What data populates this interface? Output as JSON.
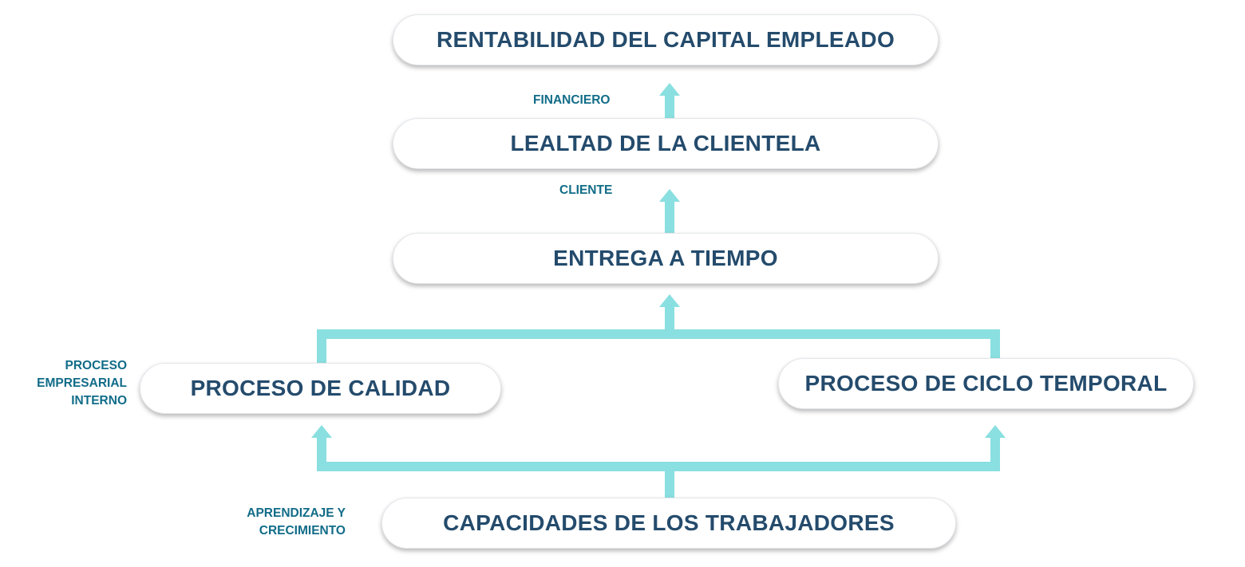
{
  "nodes": {
    "rentabilidad": "RENTABILIDAD DEL CAPITAL EMPLEADO",
    "lealtad": "LEALTAD DE LA CLIENTELA",
    "entrega": "ENTREGA A TIEMPO",
    "calidad": "PROCESO DE CALIDAD",
    "ciclo": "PROCESO DE CICLO TEMPORAL",
    "capacidades": "CAPACIDADES DE LOS TRABAJADORES"
  },
  "perspectives": {
    "financiero": "FINANCIERO",
    "cliente": "CLIENTE",
    "proceso": [
      "PROCESO",
      "EMPRESARIAL",
      "INTERNO"
    ],
    "aprendizaje": [
      "APRENDIZAJE Y",
      "CRECIMIENTO"
    ]
  },
  "colors": {
    "connector": "#8adfe0",
    "box_text": "#244b6c",
    "label_text": "#116c88"
  }
}
